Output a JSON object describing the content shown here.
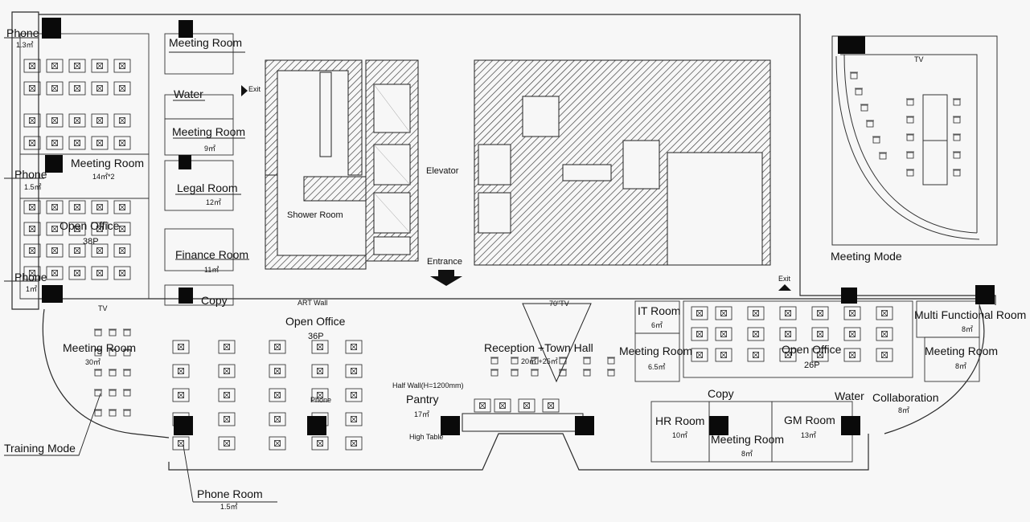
{
  "rooms": {
    "phone_top": {
      "name": "Phone",
      "area": "1.3㎡"
    },
    "meeting_room_top": {
      "name": "Meeting Room"
    },
    "water_left": {
      "name": "Water"
    },
    "meeting_room_9": {
      "name": "Meeting Room",
      "area": "9㎡"
    },
    "phone_mid": {
      "name": "Phone",
      "area": "1.5㎡"
    },
    "meeting_room_mid": {
      "name": "Meeting Room",
      "area": "14㎡*2"
    },
    "legal_room": {
      "name": "Legal Room",
      "area": "12㎡"
    },
    "open_office_left": {
      "name": "Open Office",
      "capacity": "38P"
    },
    "finance_room": {
      "name": "Finance Room",
      "area": "11㎡"
    },
    "phone_low": {
      "name": "Phone",
      "area": "1㎡"
    },
    "copy_left": {
      "name": "Copy"
    },
    "shower_room": {
      "name": "Shower Room"
    },
    "elevator": {
      "name": "Elevator"
    },
    "entrance": {
      "name": "Entrance"
    },
    "exit_top": {
      "name": "Exit"
    },
    "exit_right": {
      "name": "Exit"
    },
    "meeting_room_30": {
      "name": "Meeting Room",
      "area": "30㎡"
    },
    "open_office_center": {
      "name": "Open Office",
      "capacity": "36P"
    },
    "reception": {
      "name": "Reception +Town Hall",
      "area": "20㎡ +25㎡"
    },
    "pantry": {
      "name": "Pantry",
      "area": "17㎡"
    },
    "meeting_room_65": {
      "name": "Meeting Room",
      "area": "6.5㎡"
    },
    "it_room": {
      "name": "IT Room",
      "area": "6㎡"
    },
    "open_office_right": {
      "name": "Open Office",
      "capacity": "26P"
    },
    "multi_functional": {
      "name": "Multi Functional Room",
      "area": "8㎡"
    },
    "meeting_room_right": {
      "name": "Meeting Room",
      "area": "8㎡"
    },
    "copy_right": {
      "name": "Copy"
    },
    "water_right": {
      "name": "Water"
    },
    "collaboration": {
      "name": "Collaboration",
      "area": "8㎡"
    },
    "hr_room": {
      "name": "HR Room",
      "area": "10㎡"
    },
    "meeting_room_8": {
      "name": "Meeting Room",
      "area": "8㎡"
    },
    "gm_room": {
      "name": "GM Room",
      "area": "13㎡"
    }
  },
  "annotations": {
    "training_mode": "Training Mode",
    "phone_room": "Phone Room",
    "phone_room_area": "1.5㎡",
    "meeting_mode": "Meeting Mode",
    "art_wall": "ART Wall",
    "half_wall": "Half Wall(H=1200mm)",
    "high_table": "High Table",
    "tv": "TV",
    "tv_70": "70\"TV",
    "phone_booth": "Phone"
  },
  "colors": {
    "line": "#2a2a2a",
    "column": "#0a0a0a",
    "hatch": "#333333",
    "paper": "#f7f7f7"
  }
}
